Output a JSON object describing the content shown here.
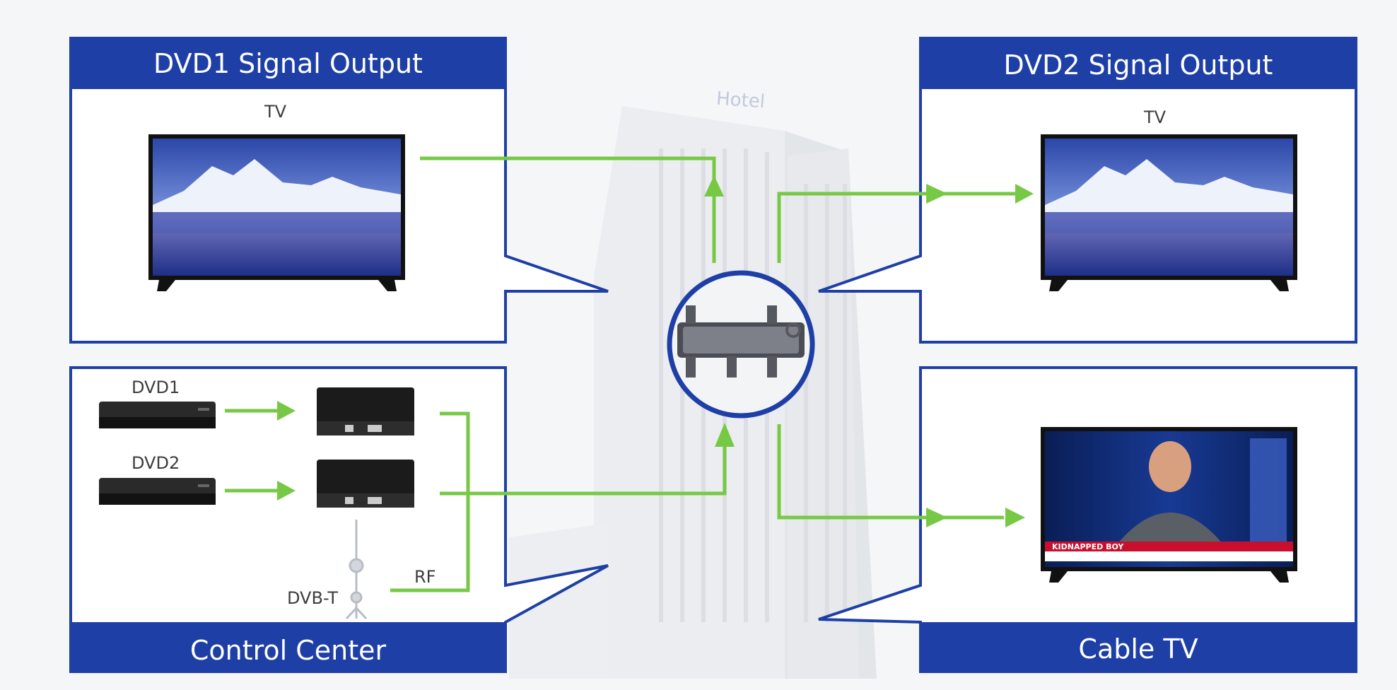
{
  "building": {
    "sign": "Hotel"
  },
  "panels": {
    "dvd1_output": {
      "title": "DVD1 Signal Output",
      "tv_label": "TV"
    },
    "dvd2_output": {
      "title": "DVD2 Signal Output",
      "tv_label": "TV"
    },
    "control_center": {
      "title": "Control Center",
      "devices": [
        "DVD1",
        "DVD2"
      ],
      "antenna_label": "DVB-T",
      "rf_label": "RF"
    },
    "cable_tv": {
      "title": "Cable TV",
      "news_headline": "KIDNAPPED BOY"
    }
  },
  "colors": {
    "panel_blue": "#1e3fa6",
    "flow_green": "#77c945",
    "background": "#f5f6f8"
  }
}
